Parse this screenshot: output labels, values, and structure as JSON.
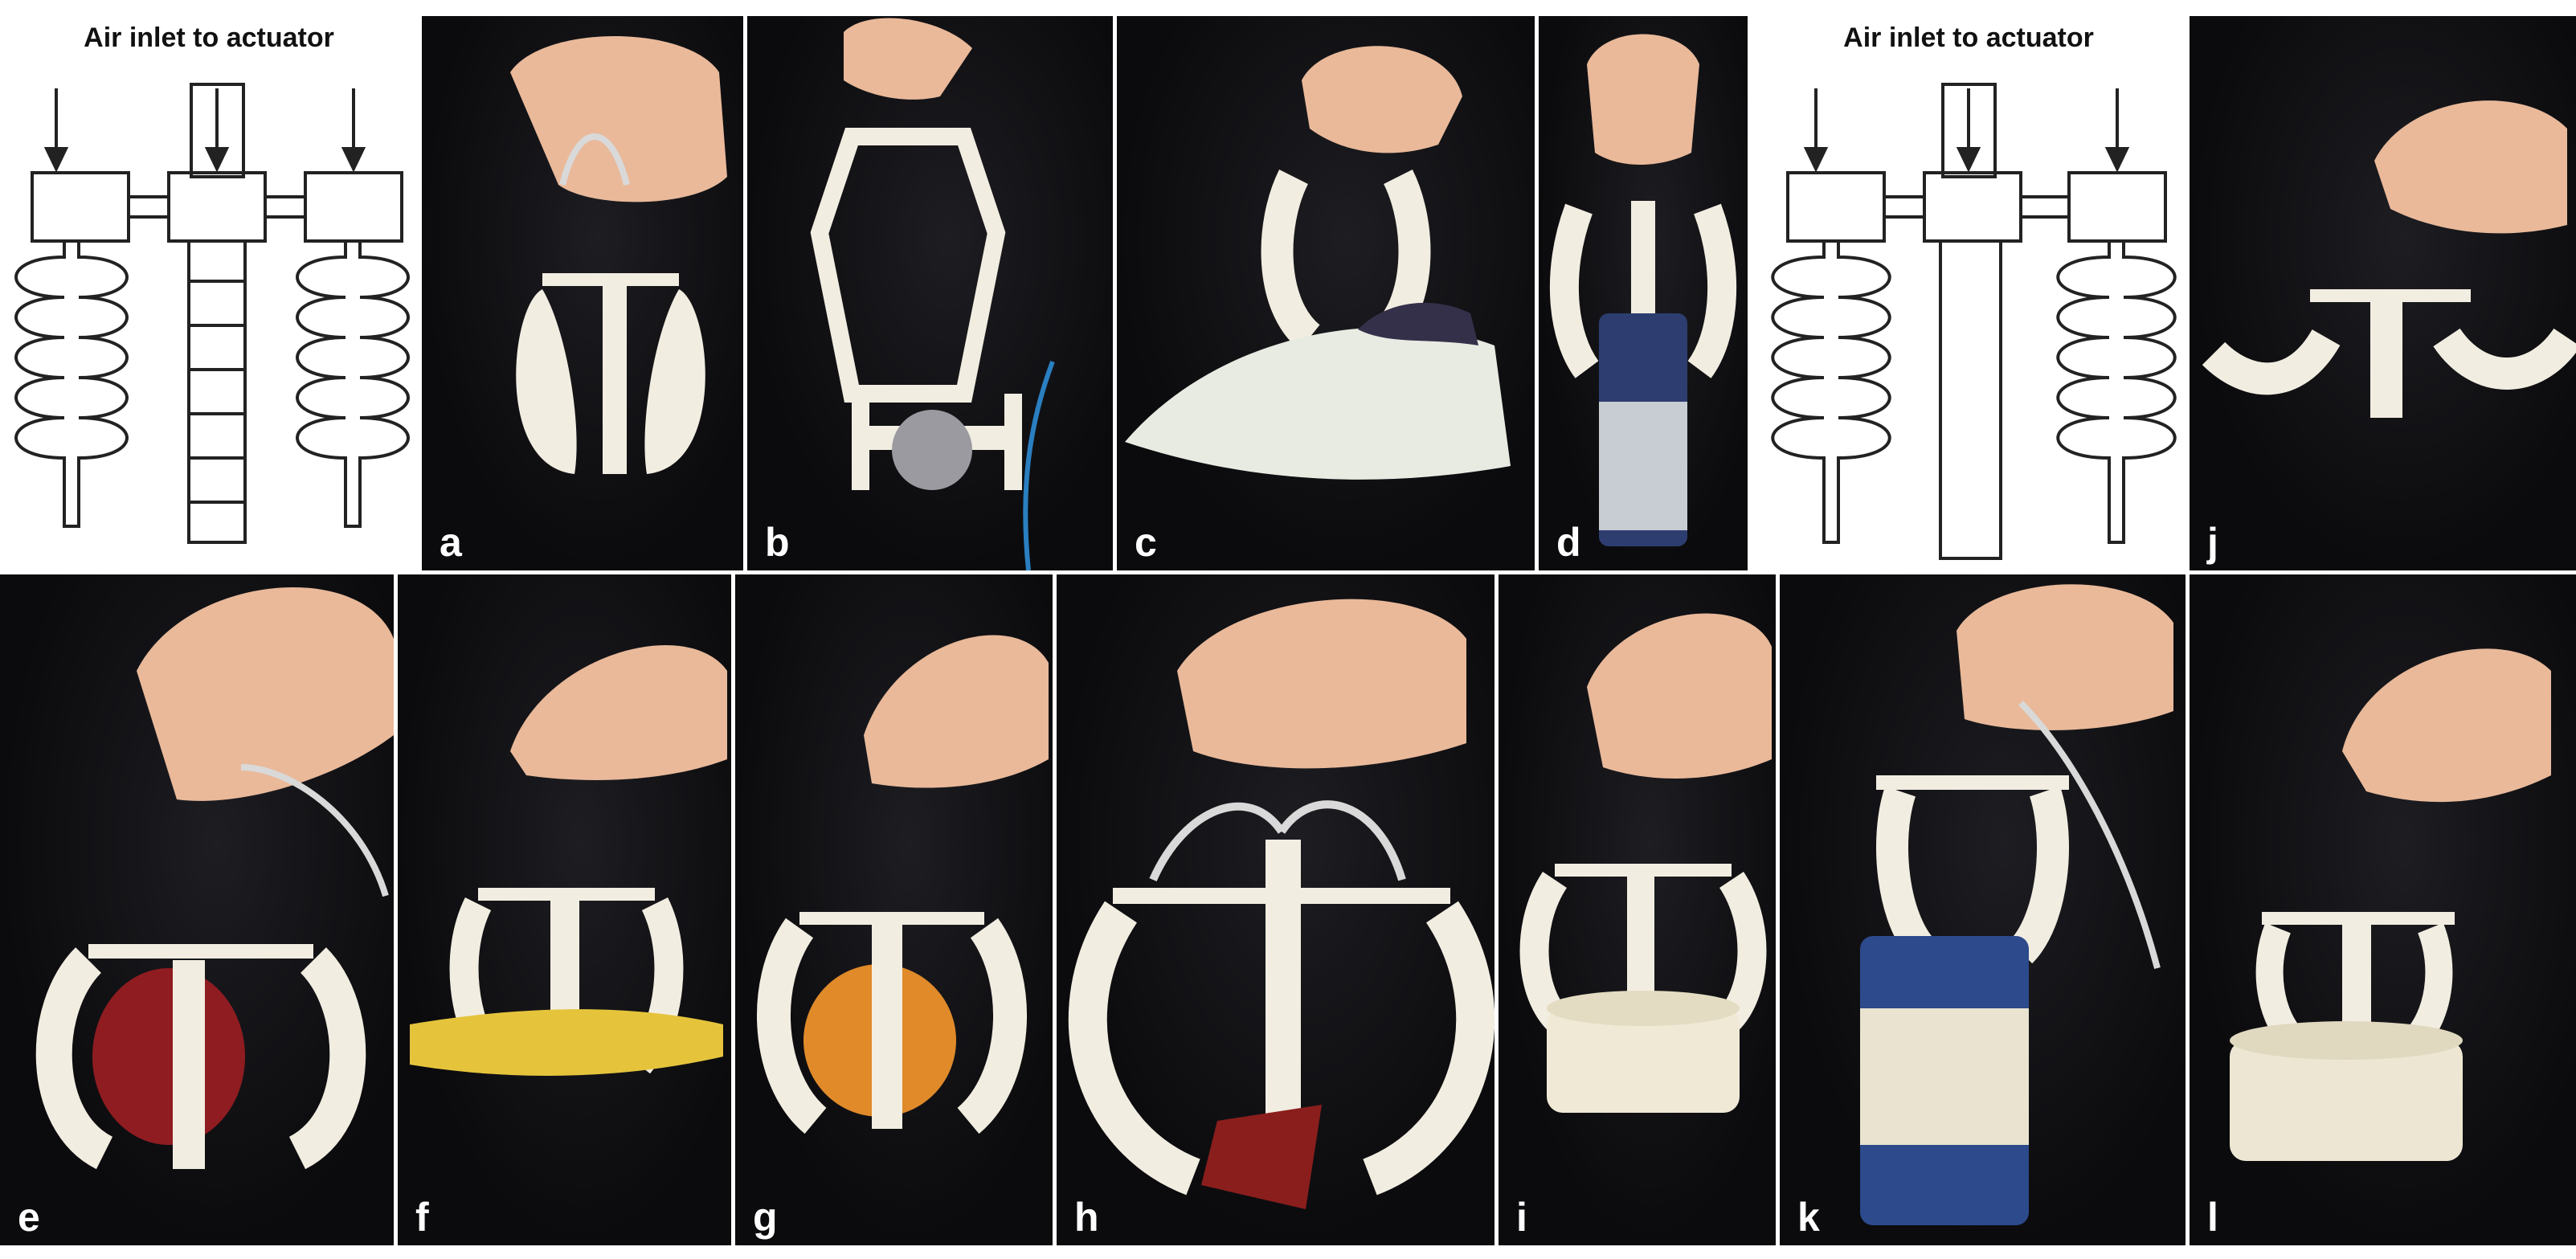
{
  "figure": {
    "diagram_left": {
      "title": "Air inlet to actuator"
    },
    "diagram_right": {
      "title": "Air inlet to actuator"
    },
    "panels": [
      {
        "id": "a",
        "label": "a",
        "object": "none"
      },
      {
        "id": "b",
        "label": "b",
        "object": "wheel"
      },
      {
        "id": "c",
        "label": "c",
        "object": "iron"
      },
      {
        "id": "d",
        "label": "d",
        "object": "spray-can"
      },
      {
        "id": "j",
        "label": "j",
        "object": "none"
      },
      {
        "id": "e",
        "label": "e",
        "object": "pomegranate"
      },
      {
        "id": "f",
        "label": "f",
        "object": "banana"
      },
      {
        "id": "g",
        "label": "g",
        "object": "orange"
      },
      {
        "id": "h",
        "label": "h",
        "object": "leaf"
      },
      {
        "id": "i",
        "label": "i",
        "object": "tape-roll"
      },
      {
        "id": "k",
        "label": "k",
        "object": "can"
      },
      {
        "id": "l",
        "label": "l",
        "object": "tape-roll"
      }
    ]
  },
  "colors": {
    "background": "#0d0d0f",
    "gripper": "#f2ede1",
    "skin": "#e9b99a",
    "tube": "#d9d9d9"
  }
}
